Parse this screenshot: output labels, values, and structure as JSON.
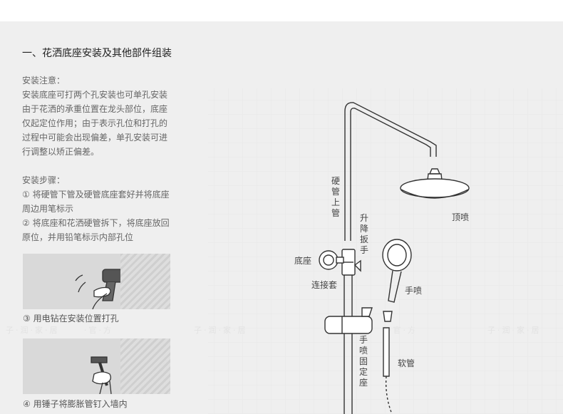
{
  "section_title": "一、花洒底座安装及其他部件组装",
  "notes": {
    "heading": "安装注意：",
    "lines": [
      "安装底座可打两个孔安装也可单孔安装",
      "由于花洒的承重位置在龙头部位，底座",
      "仅起定位作用；由于表示孔位和打孔的",
      "过程中可能会出现偏差，单孔安装可进",
      "行调整以矫正偏差。"
    ]
  },
  "steps": {
    "heading": "安装步骤：",
    "lines": [
      "① 将硬管下管及硬管底座套好并将底座",
      "周边用笔标示",
      "② 将底座和花洒硬管拆下，将底座放回",
      "原位，并用铅笔标示内部孔位"
    ]
  },
  "captions": {
    "step3": "③ 用电钻在安装位置打孔",
    "step4": "④ 用锤子将膨胀管钉入墙内"
  },
  "diagram_labels": {
    "upper_pipe": "硬管上管",
    "lift_slider": "升降扳手",
    "top_spray": "顶喷",
    "base": "底座",
    "connector": "连接套",
    "hand_shower": "手喷",
    "hand_holder": "手喷固定座",
    "hose": "软管"
  },
  "colors": {
    "panel_bg": "#efefef",
    "line_color": "#333333",
    "text_color": "#666666"
  }
}
